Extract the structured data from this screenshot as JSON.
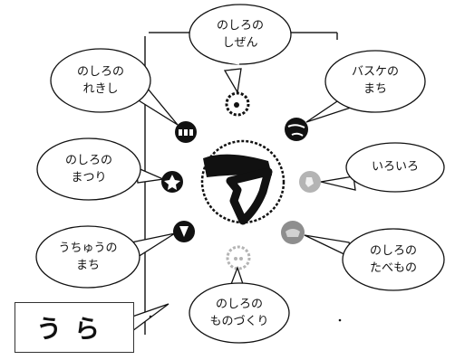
{
  "bubbles": [
    {
      "id": "nature",
      "line1": "のしろの",
      "line2": "しぜん"
    },
    {
      "id": "history",
      "line1": "のしろの",
      "line2": "れきし"
    },
    {
      "id": "basketball",
      "line1": "バスケの",
      "line2": "まち"
    },
    {
      "id": "festival",
      "line1": "のしろの",
      "line2": "まつり"
    },
    {
      "id": "various",
      "line1": "いろいろ",
      "line2": ""
    },
    {
      "id": "space",
      "line1": "うちゅうの",
      "line2": "まち"
    },
    {
      "id": "food",
      "line1": "のしろの",
      "line2": "たべもの"
    },
    {
      "id": "crafts",
      "line1": "のしろの",
      "line2": "ものづくり"
    }
  ],
  "card": {
    "text": "うら"
  },
  "colors": {
    "ink": "#111111",
    "gray": "#8e8e8e",
    "lightgray": "#b4b4b4",
    "line": "#333333"
  }
}
